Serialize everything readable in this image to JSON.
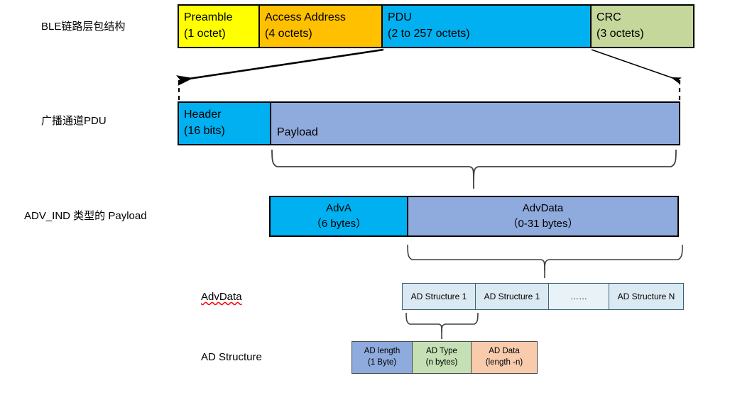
{
  "diagram": {
    "title_rows": [
      {
        "label": "BLE链路层包结构"
      },
      {
        "label": "广播通道PDU"
      },
      {
        "label": "ADV_IND 类型的 Payload"
      },
      {
        "label": "AdvData"
      },
      {
        "label": "AD Structure"
      }
    ]
  },
  "link_layer_packet": {
    "fields": [
      {
        "name": "Preamble",
        "size": "(1 octet)",
        "color": "#ffff00"
      },
      {
        "name": "Access Address",
        "size": "(4 octets)",
        "color": "#ffc000"
      },
      {
        "name": "PDU",
        "size": "(2 to 257 octets)",
        "color": "#00b0f0"
      },
      {
        "name": "CRC",
        "size": "(3 octets)",
        "color": "#c5d79a"
      }
    ]
  },
  "advertising_pdu": {
    "fields": [
      {
        "name": "Header",
        "size": "(16 bits)",
        "color": "#00b0f0"
      },
      {
        "name": "Payload",
        "size": "",
        "color": "#8faadc"
      }
    ]
  },
  "adv_ind_payload": {
    "fields": [
      {
        "name": "AdvA",
        "size": "（6 bytes）",
        "color": "#00b0f0"
      },
      {
        "name": "AdvData",
        "size": "（0-31 bytes）",
        "color": "#8faadc"
      }
    ]
  },
  "advdata": {
    "cells": [
      {
        "name": "AD Structure 1",
        "color": "#dbe9f2"
      },
      {
        "name": "AD Structure 1",
        "color": "#dbe9f2"
      },
      {
        "name": "……",
        "color": "#e9f2f7"
      },
      {
        "name": "AD Structure N",
        "color": "#dbe9f2"
      }
    ]
  },
  "ad_structure": {
    "fields": [
      {
        "name": "AD length",
        "size": "(1 Byte)",
        "color": "#8faadc"
      },
      {
        "name": "AD Type",
        "size": "(n bytes)",
        "color": "#c5e0b4"
      },
      {
        "name": "AD Data",
        "size": "(length -n)",
        "color": "#f8cbad"
      }
    ]
  },
  "colors": {
    "outline": "#000000",
    "brace": "#404040",
    "spellcheck": "#ff0000"
  }
}
